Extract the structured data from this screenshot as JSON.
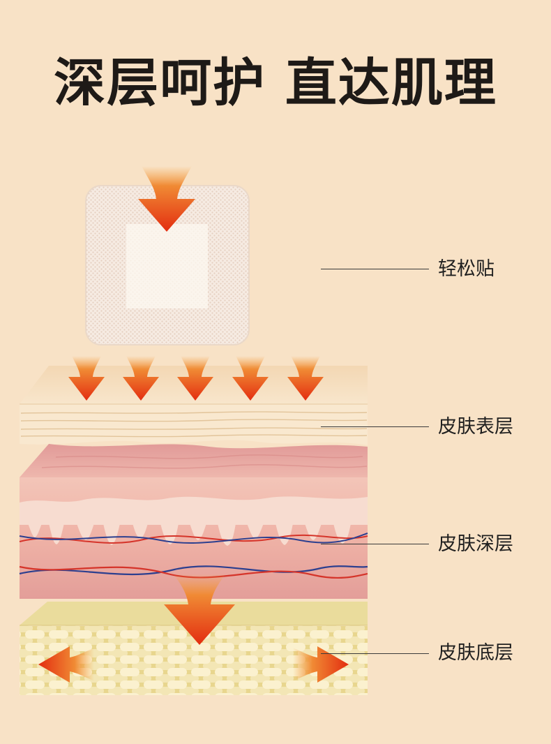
{
  "headline": "深层呵护 直达肌理",
  "labels": {
    "patch": "轻松贴",
    "epidermis": "皮肤表层",
    "dermis": "皮肤深层",
    "hypodermis": "皮肤底层"
  },
  "colors": {
    "background": "#f8e2c6",
    "arrow_red": "#e83a16",
    "arrow_orange": "#f5a040",
    "text": "#1f1f1f"
  }
}
